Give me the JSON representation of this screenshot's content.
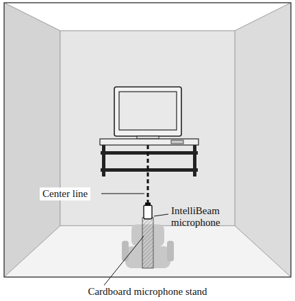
{
  "diagram": {
    "labels": [
      "Center line",
      "IntelliBeam microphone",
      "Cardboard microphone stand"
    ]
  }
}
